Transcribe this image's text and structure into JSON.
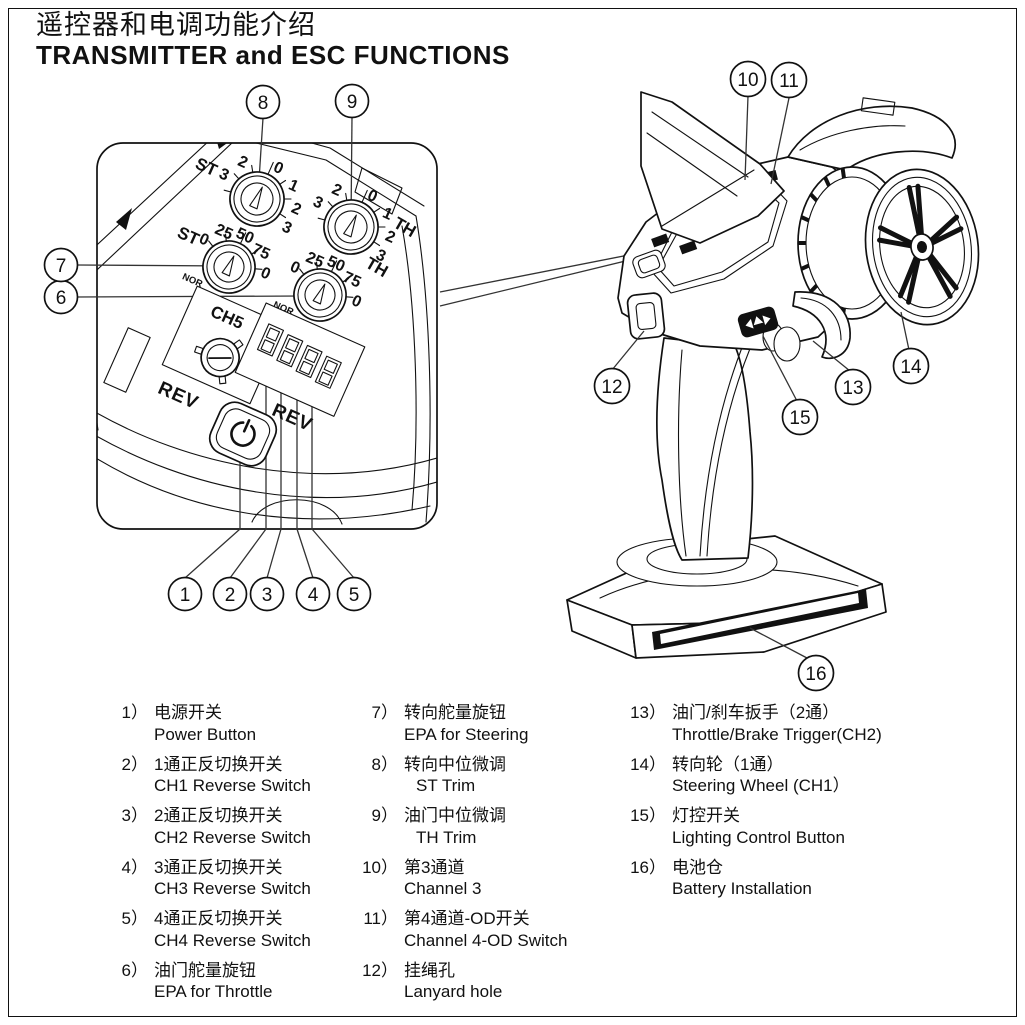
{
  "title": {
    "zh": "遥控器和电调功能介绍",
    "en": "TRANSMITTER and ESC FUNCTIONS"
  },
  "panel": {
    "st_label": "ST",
    "th_label": "TH",
    "st_epa_label": "ST",
    "th_epa_label": "TH",
    "nor_label": "NOR",
    "ch5_label": "CH5",
    "rev_label": "REV",
    "trim_scale": [
      "0",
      "1",
      "2",
      "3",
      "2",
      "3"
    ],
    "epa_scale": [
      "0",
      "25",
      "50",
      "75",
      "0"
    ]
  },
  "callouts": [
    {
      "num": "1"
    },
    {
      "num": "2"
    },
    {
      "num": "3"
    },
    {
      "num": "4"
    },
    {
      "num": "5"
    },
    {
      "num": "6"
    },
    {
      "num": "7"
    },
    {
      "num": "8"
    },
    {
      "num": "9"
    },
    {
      "num": "10"
    },
    {
      "num": "11"
    },
    {
      "num": "12"
    },
    {
      "num": "13"
    },
    {
      "num": "14"
    },
    {
      "num": "15"
    },
    {
      "num": "16"
    }
  ],
  "legend": {
    "columns": [
      {
        "items": [
          {
            "num": "1）",
            "zh": "电源开关",
            "en": "Power Button"
          },
          {
            "num": "2）",
            "zh": "1通正反切换开关",
            "en": "CH1 Reverse Switch"
          },
          {
            "num": "3）",
            "zh": "2通正反切换开关",
            "en": "CH2 Reverse Switch"
          },
          {
            "num": "4）",
            "zh": "3通正反切换开关",
            "en": "CH3 Reverse Switch"
          },
          {
            "num": "5）",
            "zh": "4通正反切换开关",
            "en": "CH4 Reverse Switch"
          },
          {
            "num": "6）",
            "zh": "油门舵量旋钮",
            "en": "EPA for Throttle"
          }
        ]
      },
      {
        "items": [
          {
            "num": "7）",
            "zh": "转向舵量旋钮",
            "en": "EPA for Steering"
          },
          {
            "num": "8）",
            "zh": "转向中位微调",
            "en": "ST Trim"
          },
          {
            "num": "9）",
            "zh": "油门中位微调",
            "en": "TH Trim"
          },
          {
            "num": "10）",
            "zh": "第3通道",
            "en": "Channel 3"
          },
          {
            "num": "11）",
            "zh": "第4通道-OD开关",
            "en": "Channel 4-OD Switch"
          },
          {
            "num": "12）",
            "zh": "挂绳孔",
            "en": "Lanyard hole"
          }
        ]
      },
      {
        "items": [
          {
            "num": "13）",
            "zh": "油门/刹车扳手（2通）",
            "en": "Throttle/Brake Trigger(CH2)"
          },
          {
            "num": "14）",
            "zh": "转向轮（1通）",
            "en": "Steering Wheel (CH1）"
          },
          {
            "num": "15）",
            "zh": "灯控开关",
            "en": "Lighting Control Button"
          },
          {
            "num": "16）",
            "zh": "电池仓",
            "en": "Battery Installation"
          }
        ]
      }
    ]
  }
}
